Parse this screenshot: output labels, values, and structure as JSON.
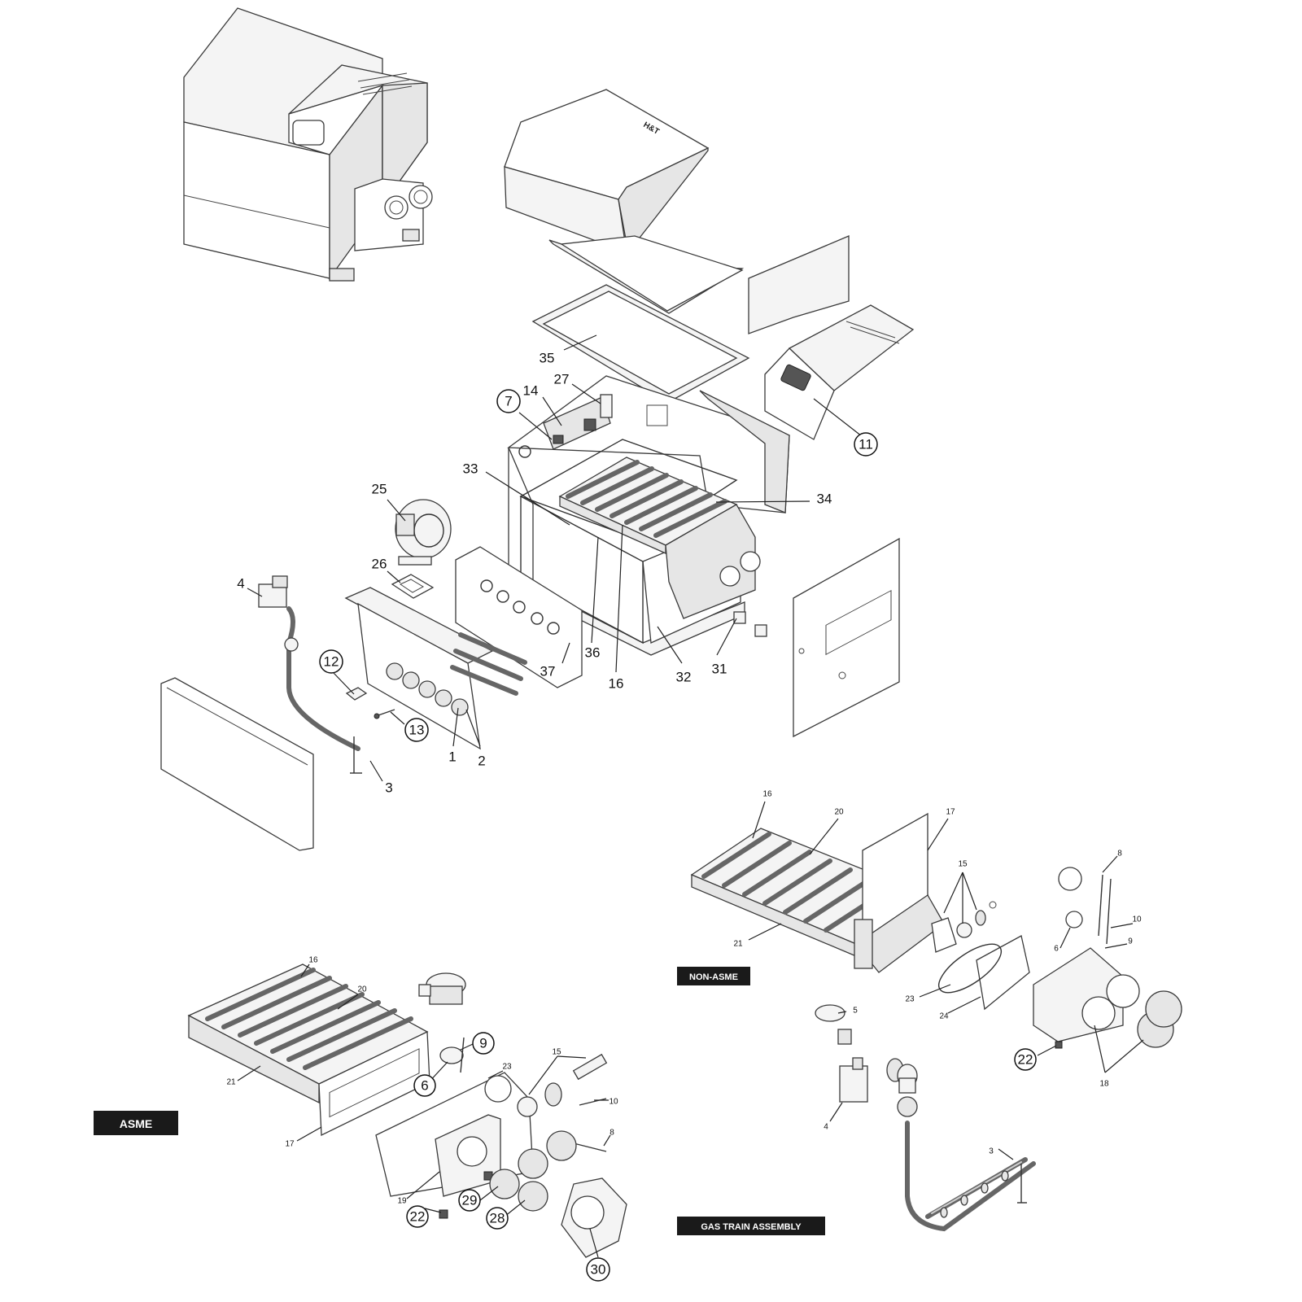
{
  "sections": {
    "asme": "ASME",
    "non_asme": "NON-ASME",
    "gas_train": "GAS TRAIN ASSEMBLY"
  },
  "brand_mark": "H&T",
  "main_callouts": [
    {
      "id": "c1",
      "label": "1",
      "circled": false
    },
    {
      "id": "c2",
      "label": "2",
      "circled": false
    },
    {
      "id": "c3",
      "label": "3",
      "circled": false
    },
    {
      "id": "c4",
      "label": "4",
      "circled": false
    },
    {
      "id": "c7",
      "label": "7",
      "circled": true
    },
    {
      "id": "c11",
      "label": "11",
      "circled": true
    },
    {
      "id": "c12",
      "label": "12",
      "circled": true
    },
    {
      "id": "c13",
      "label": "13",
      "circled": true
    },
    {
      "id": "c14",
      "label": "14",
      "circled": false
    },
    {
      "id": "c16",
      "label": "16",
      "circled": false
    },
    {
      "id": "c25",
      "label": "25",
      "circled": false
    },
    {
      "id": "c26",
      "label": "26",
      "circled": false
    },
    {
      "id": "c27",
      "label": "27",
      "circled": false
    },
    {
      "id": "c31",
      "label": "31",
      "circled": false
    },
    {
      "id": "c32",
      "label": "32",
      "circled": false
    },
    {
      "id": "c33",
      "label": "33",
      "circled": false
    },
    {
      "id": "c34",
      "label": "34",
      "circled": false
    },
    {
      "id": "c35",
      "label": "35",
      "circled": false
    },
    {
      "id": "c36",
      "label": "36",
      "circled": false
    },
    {
      "id": "c37",
      "label": "37",
      "circled": false
    }
  ],
  "non_asme_callouts": [
    {
      "id": "n16",
      "label": "16"
    },
    {
      "id": "n20",
      "label": "20"
    },
    {
      "id": "n17",
      "label": "17"
    },
    {
      "id": "n15",
      "label": "15"
    },
    {
      "id": "n8",
      "label": "8"
    },
    {
      "id": "n10",
      "label": "10"
    },
    {
      "id": "n9",
      "label": "9"
    },
    {
      "id": "n6",
      "label": "6"
    },
    {
      "id": "n21",
      "label": "21"
    },
    {
      "id": "n23",
      "label": "23"
    },
    {
      "id": "n24",
      "label": "24"
    },
    {
      "id": "n22",
      "label": "22",
      "circled": true
    },
    {
      "id": "n18",
      "label": "18"
    }
  ],
  "asme_callouts": [
    {
      "id": "a16",
      "label": "16"
    },
    {
      "id": "a20",
      "label": "20"
    },
    {
      "id": "a21",
      "label": "21"
    },
    {
      "id": "a17",
      "label": "17"
    },
    {
      "id": "a9",
      "label": "9",
      "circled": true
    },
    {
      "id": "a6",
      "label": "6",
      "circled": true
    },
    {
      "id": "a23",
      "label": "23"
    },
    {
      "id": "a15",
      "label": "15"
    },
    {
      "id": "a10",
      "label": "10"
    },
    {
      "id": "a8",
      "label": "8"
    },
    {
      "id": "a19",
      "label": "19"
    },
    {
      "id": "a22",
      "label": "22",
      "circled": true
    },
    {
      "id": "a29",
      "label": "29",
      "circled": true
    },
    {
      "id": "a28",
      "label": "28",
      "circled": true
    },
    {
      "id": "a30",
      "label": "30",
      "circled": true
    }
  ],
  "gas_train_callouts": [
    {
      "id": "g5",
      "label": "5"
    },
    {
      "id": "g4",
      "label": "4"
    },
    {
      "id": "g3",
      "label": "3"
    }
  ]
}
